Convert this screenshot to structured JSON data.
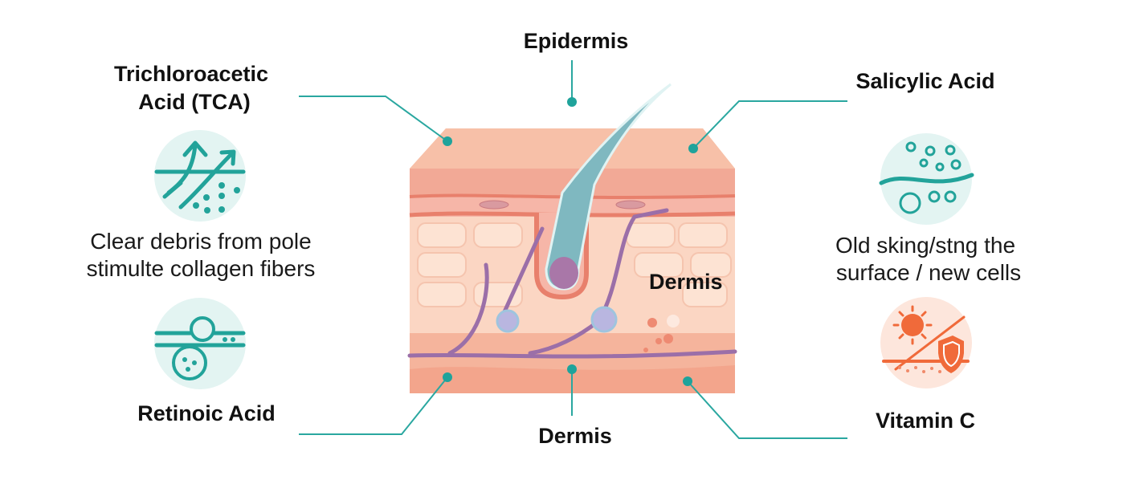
{
  "labels": {
    "epidermis": "Epidermis",
    "tca_line1": "Trichloroacetic",
    "tca_line2": "Acid (TCA)",
    "salicylic": "Salicylic Acid",
    "dermis_inner": "Dermis",
    "dermis_bottom": "Dermis",
    "retinoic": "Retinoic Acid",
    "vitamin_c": "Vitamin C"
  },
  "descriptions": {
    "left_line1": "Clear debris from pole",
    "left_line2": "stimulte collagen fibers",
    "right_line1": "Old sking/stng the",
    "right_line2": "surface / new cells"
  },
  "icons": {
    "tca": "arrows-up-through-skin-icon",
    "retinoic": "layered-cell-icon",
    "salicylic": "bubbles-wave-icon",
    "vitamin_c": "sun-shield-icon"
  },
  "colors": {
    "accent": "#2aa7a0",
    "icon_bg": "#e3f4f2",
    "skin_top": "#f7c2aa",
    "skin_mid": "#fbd9c6",
    "vessel": "#9b6fa8",
    "vitamin_c": "#f06a3a"
  }
}
